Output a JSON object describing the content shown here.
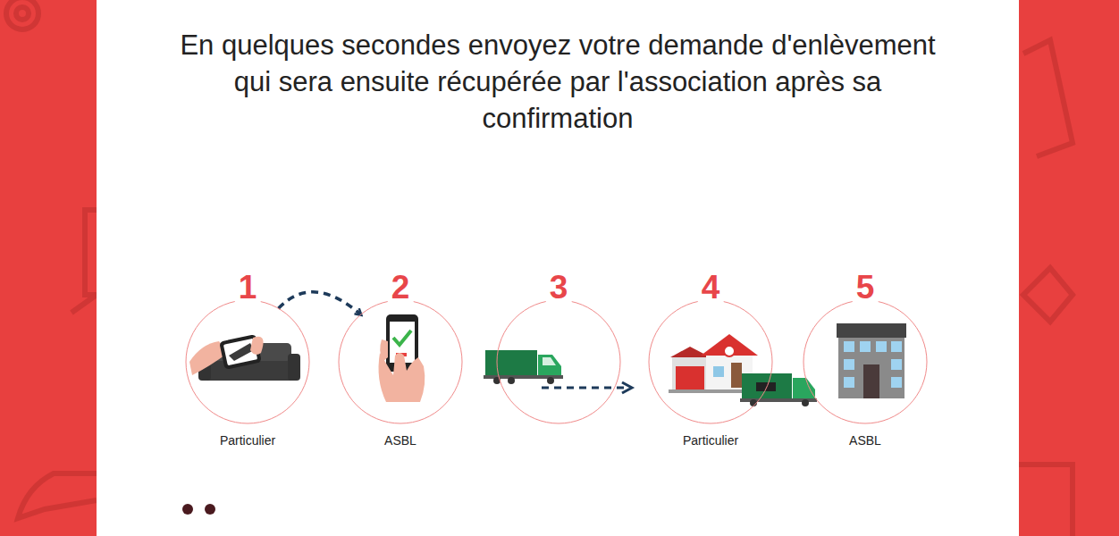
{
  "diagram": {
    "title": "En quelques secondes envoyez votre demande d'enlèvement qui sera ensuite récupérée par l'association après sa confirmation",
    "nodes": [
      {
        "text": [
          "1",
          "Particulier"
        ]
      },
      {
        "text": [
          "2",
          "ASBL"
        ]
      },
      {
        "text": [
          "3"
        ]
      },
      {
        "text": [
          "4",
          "Particulier"
        ]
      },
      {
        "text": [
          "5",
          "ASBL"
        ]
      }
    ],
    "edges": [
      {
        "from": 0,
        "to": 1,
        "arrow": "to"
      }
    ]
  }
}
